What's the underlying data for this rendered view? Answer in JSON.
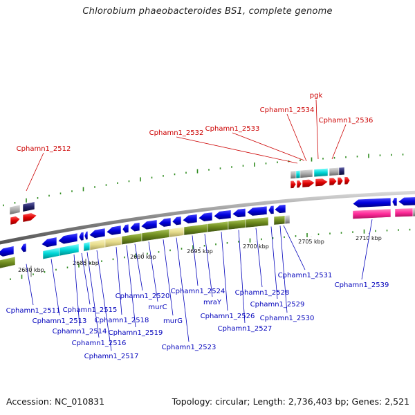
{
  "title": "Chlorobium phaeobacteroides BS1, complete genome",
  "footer": {
    "accession": "Accession: NC_010831",
    "summary": "Topology: circular; Length: 2,736,403 bp; Genes: 2,521"
  },
  "scale_labels": [
    "2680 kbp",
    "2685 kbp",
    "2690 kbp",
    "2695 kbp",
    "2700 kbp",
    "2705 kbp",
    "2710 kbp"
  ],
  "top_labels": [
    "Cphamn1_2512",
    "Cphamn1_2532",
    "Cphamn1_2533",
    "Cphamn1_2534",
    "pgk",
    "Cphamn1_2536"
  ],
  "bottom_labels": [
    "Cphamn1_2511",
    "Cphamn1_2513",
    "Cphamn1_2514",
    "Cphamn1_2515",
    "Cphamn1_2516",
    "Cphamn1_2517",
    "Cphamn1_2518",
    "Cphamn1_2519",
    "Cphamn1_2520",
    "murC",
    "murG",
    "Cphamn1_2523",
    "Cphamn1_2524",
    "mraY",
    "Cphamn1_2526",
    "Cphamn1_2527",
    "Cphamn1_2528",
    "Cphamn1_2529",
    "Cphamn1_2530",
    "Cphamn1_2531",
    "Cphamn1_2539"
  ],
  "colors": {
    "forward_gene": "#dd0000",
    "reverse_gene": "#0000dd",
    "forward_label": "#cc0000",
    "reverse_label": "#0000bb",
    "backbone": "#888888",
    "tick": "#2e8b1e",
    "cog_cyan": "#00d6d6",
    "cog_olive": "#6e8b1e",
    "cog_khaki": "#e6dc8c",
    "cog_gray": "#aaaaaa",
    "cog_magenta": "#ff2a9a",
    "cog_navy": "#222266"
  }
}
